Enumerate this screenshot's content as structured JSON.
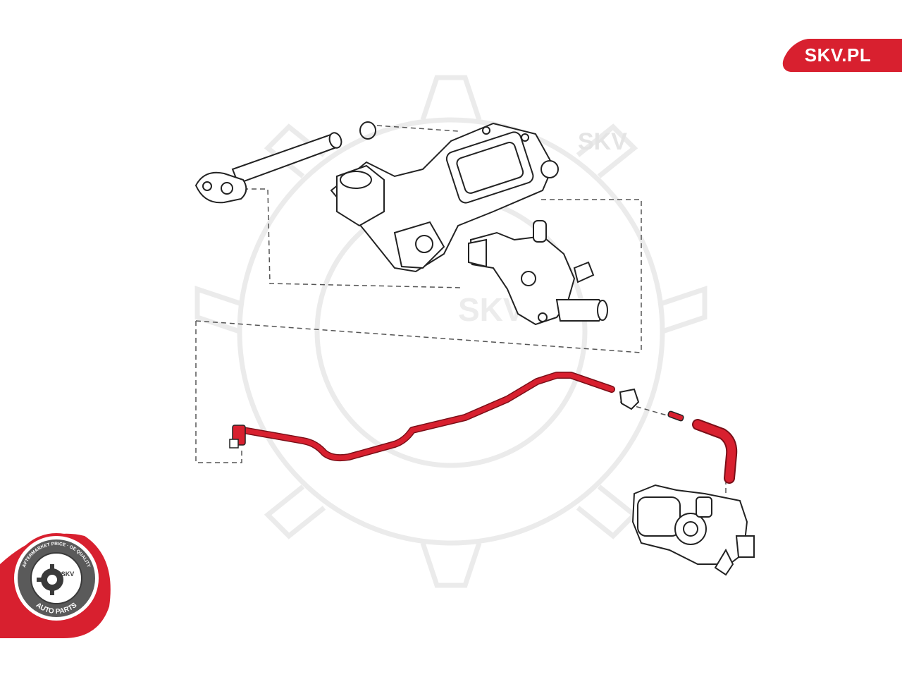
{
  "brand": {
    "site_label": "SKV.PL",
    "accent_color": "#d8202f"
  },
  "watermark": {
    "text": "SKV",
    "color": "#e9e9e9"
  },
  "badge": {
    "top_text": "AFTERMARKET PRICE · OE QUALITY",
    "bottom_text": "AUTO PARTS",
    "center_text": "SKV",
    "ring_color": "#d8202f"
  },
  "diagram": {
    "highlighted_part": "coolant-hose",
    "highlight_color": "#d8202f",
    "line_color": "#222222"
  }
}
